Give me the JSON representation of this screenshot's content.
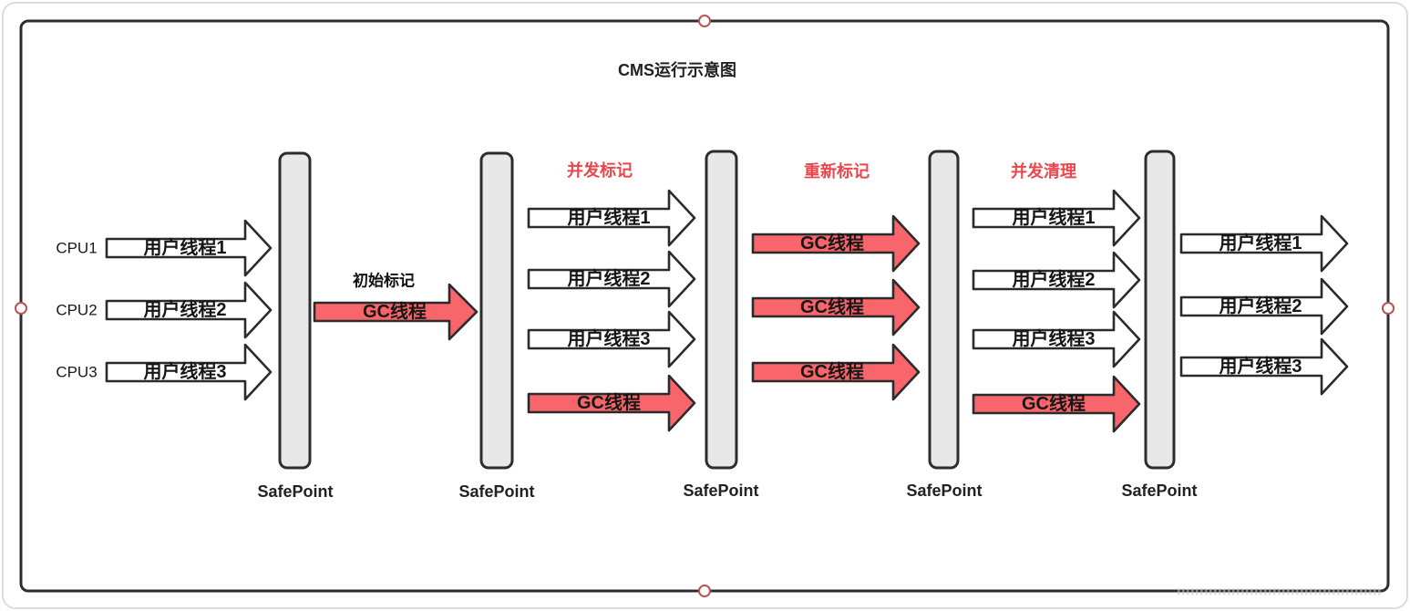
{
  "title": "CMS运行示意图",
  "cpus": [
    "CPU1",
    "CPU2",
    "CPU3"
  ],
  "threads": [
    "用户线程1",
    "用户线程2",
    "用户线程3"
  ],
  "gc_thread": "GC线程",
  "safepoint": "SafePoint",
  "phases": {
    "initial_mark": "初始标记",
    "concurrent_mark": "并发标记",
    "remark": "重新标记",
    "concurrent_sweep": "并发清理"
  },
  "colors": {
    "gc_arrow_fill": "#f8656a",
    "phase_label": "#e8474d",
    "safepoint_bar_fill": "#e8e8e8",
    "handle_stroke": "#b85450"
  }
}
